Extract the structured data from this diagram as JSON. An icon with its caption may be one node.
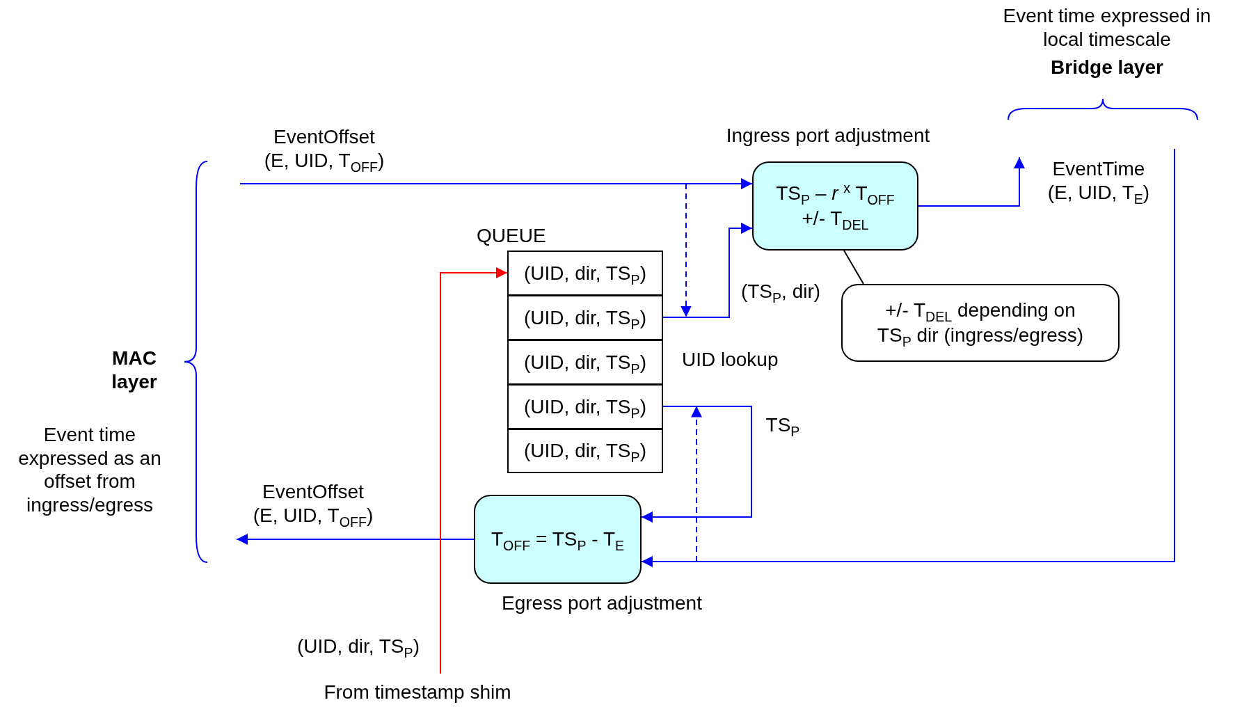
{
  "diagram": {
    "nodes": [
      {
        "text": [
          "TS$_{P}$ – *r* $^{x}$ T$_{OFF}$ +/- T$_{DEL}$"
        ],
        "beside": [
          "Ingress port adjustment"
        ]
      },
      {
        "text": [
          "QUEUE"
        ]
      },
      {
        "text": [
          "(UID, dir, TS$_{P}$)"
        ],
        "in": 1
      },
      {
        "text": [
          "(UID, dir, TS$_{P}$)"
        ],
        "in": 1
      },
      {
        "text": [
          "(UID, dir, TS$_{P}$)"
        ],
        "in": 1
      },
      {
        "text": [
          "(UID, dir, TS$_{P}$)"
        ],
        "in": 1
      },
      {
        "text": [
          "(UID, dir, TS$_{P}$)"
        ],
        "in": 1
      },
      {
        "text": [
          "T$_{OFF}$ = TS$_{P}$ - T$_{E}$"
        ],
        "beside": [
          "Egress port adjustment"
        ]
      },
      {
        "text": [
          "+/- T$_{DEL}$ depending on TS$_{P}$ dir (ingress/egress)"
        ]
      }
    ],
    "edges": [
      {
        "from": null,
        "to": 0,
        "arrow": "to",
        "label": "EventOffset (E, UID, T$_{OFF}$)"
      },
      {
        "from": null,
        "to": 3,
        "arrow": "to",
        "style": "dashed"
      },
      {
        "from": 3,
        "to": 0,
        "arrow": "to",
        "label": "(TS$_{P}$, dir)"
      },
      {
        "from": 0,
        "to": null,
        "arrow": "to",
        "label": "EventTime (E, UID, T$_{E}$)"
      },
      {
        "from": null,
        "to": 7,
        "arrow": "to"
      },
      {
        "from": null,
        "to": 5,
        "arrow": "to",
        "style": "dashed"
      },
      {
        "from": 5,
        "to": 7,
        "arrow": "to",
        "label": "TS$_{P}$"
      },
      {
        "from": 7,
        "to": null,
        "arrow": "to",
        "label": "EventOffset (E, UID, T$_{OFF}$)"
      },
      {
        "from": null,
        "to": 2,
        "arrow": "to",
        "color": "#ff0000",
        "label": "(UID, dir, TS$_{P}$)"
      },
      {
        "from": 8,
        "to": 0,
        "arrow": "none",
        "color": "#000000"
      }
    ],
    "labels": [
      "Event time expressed in local timescale",
      "Bridge layer",
      "MAC layer",
      "Event time expressed as an offset from ingress/egress",
      "UID lookup",
      "From timestamp shim"
    ]
  }
}
